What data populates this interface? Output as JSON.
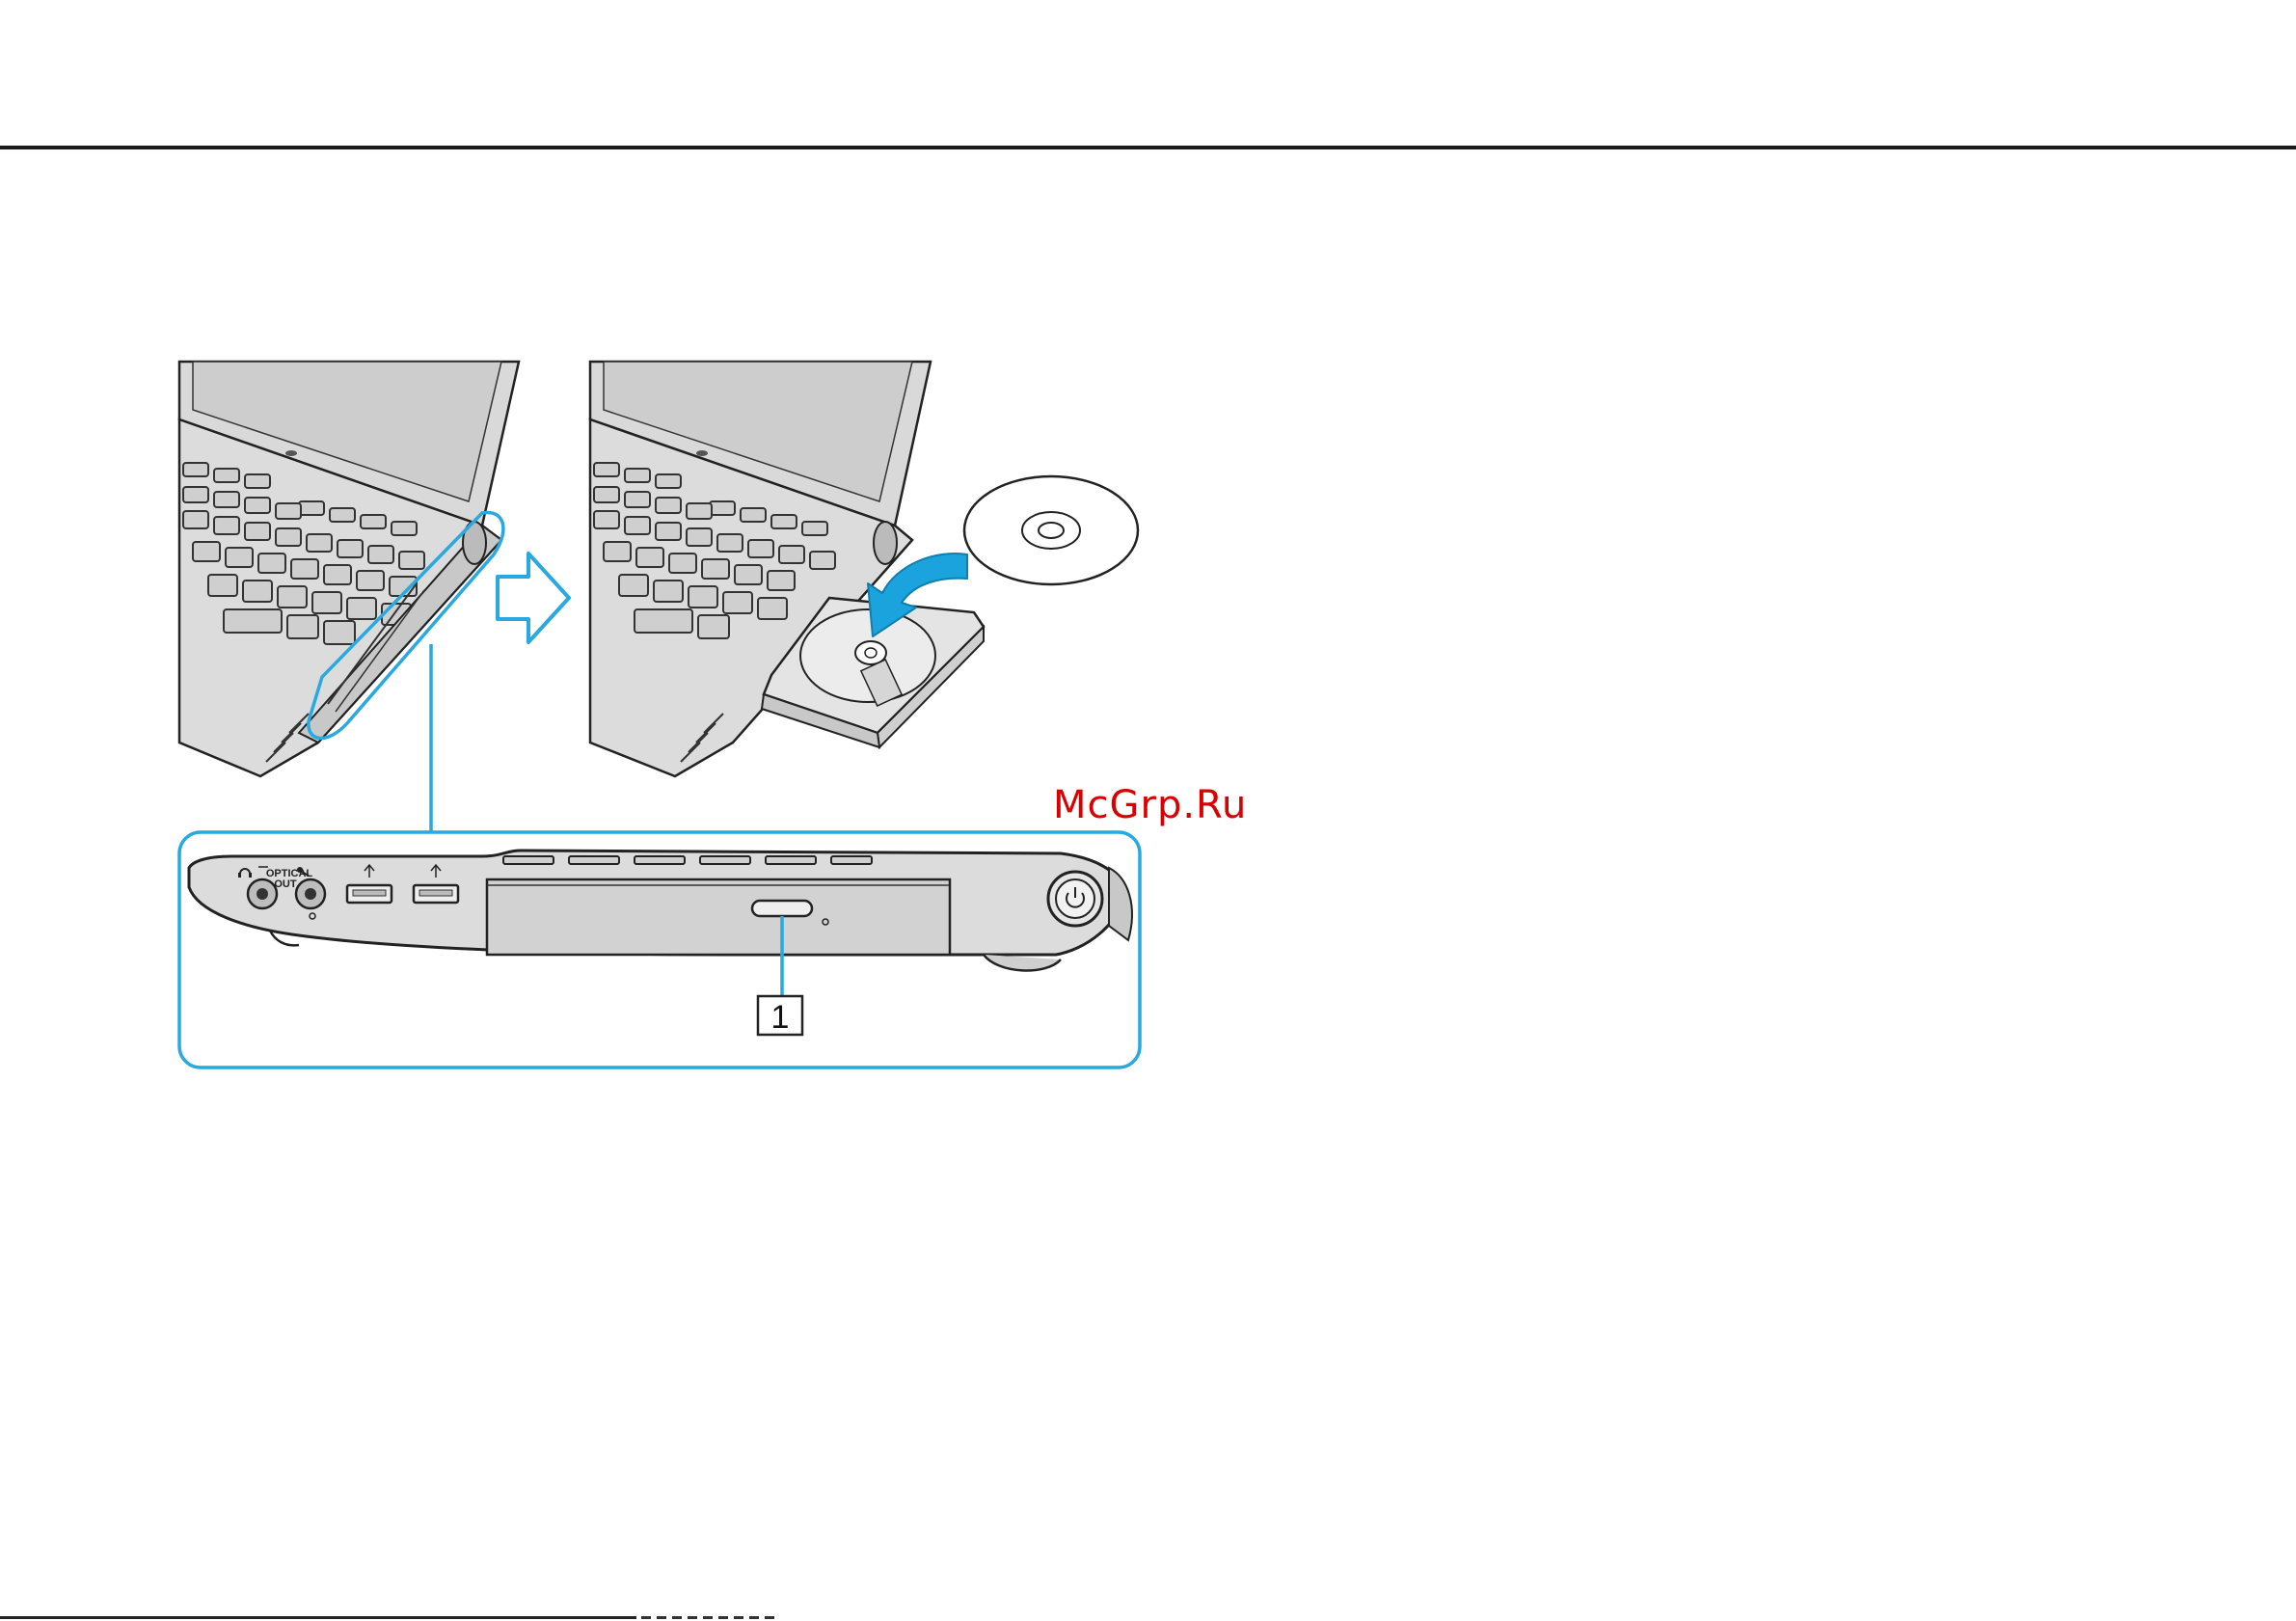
{
  "watermark": "McGrp.Ru",
  "figure": {
    "callout_number": "1",
    "port_labels": {
      "optical": "OPTICAL",
      "out": "OUT"
    }
  },
  "colors": {
    "callout_blue": "#29a9e0",
    "arrow_blue": "#1aa3dc",
    "laptop_gray": "#d8d9da",
    "outline": "#1f1f1f"
  },
  "icons": [
    "headphone-icon",
    "microphone-icon",
    "usb-icon",
    "power-icon",
    "disc-icon",
    "arrow-right-icon",
    "curved-arrow-icon"
  ]
}
